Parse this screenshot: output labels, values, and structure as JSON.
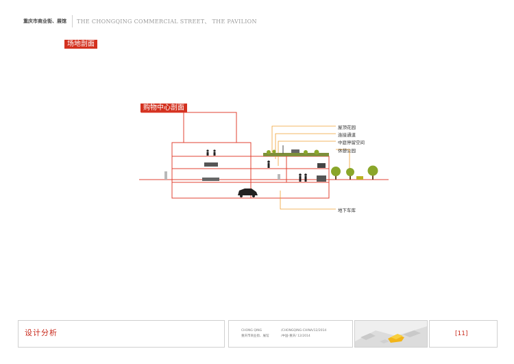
{
  "header": {
    "project_cn": "重庆市商业街、展馆",
    "project_en": "THE CHONGQING COMMERCIAL STREET、 THE PAVILION"
  },
  "section_tag": "场地剖面",
  "mall_tag": "购物中心剖面",
  "labels": {
    "roof_garden": "屋顶花园",
    "link_passage": "连接通道",
    "atrium": "中庭停留空间",
    "rest_park": "休憩公园",
    "parking": "地下车库"
  },
  "footer": {
    "title": "设计分析",
    "meta_col1": [
      "CHONG QING",
      "重庆市商业街、展馆"
    ],
    "meta_col2": [
      "/CHONGQING-CHINA/12/2014",
      "/中国-重庆/        12/2014"
    ],
    "page": "[11]"
  },
  "colors": {
    "accent": "#d3311f",
    "leader": "#f0a030",
    "tree": "#8aa62a",
    "line": "#e04030"
  }
}
